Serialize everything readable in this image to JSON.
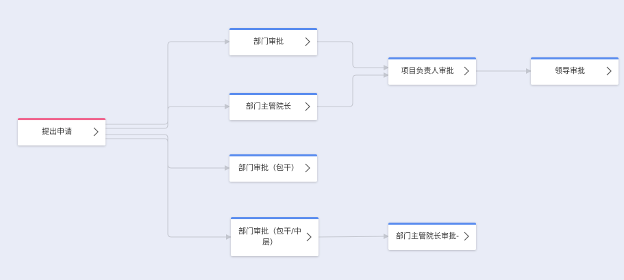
{
  "colors": {
    "start_bar": "#f0648e",
    "node_bar": "#5b8def",
    "connector": "#c3c6cf"
  },
  "nodes": [
    {
      "id": "start",
      "label": "提出申请",
      "name": "node-submit-application",
      "bar": "start"
    },
    {
      "id": "dept1",
      "label": "部门审批",
      "name": "node-dept-approval",
      "bar": "node"
    },
    {
      "id": "deptHead",
      "label": "部门主管院长",
      "name": "node-dept-head",
      "bar": "node"
    },
    {
      "id": "deptPack",
      "label": "部门审批（包干）",
      "name": "node-dept-approval-lump",
      "bar": "node"
    },
    {
      "id": "deptPackMid",
      "label": "部门审批（包干/中层）",
      "name": "node-dept-approval-lump-mid",
      "bar": "node"
    },
    {
      "id": "pm",
      "label": "项目负责人审批",
      "name": "node-project-leader-approval",
      "bar": "node"
    },
    {
      "id": "leader",
      "label": "领导审批",
      "name": "node-leader-approval",
      "bar": "node"
    },
    {
      "id": "headApproval",
      "label": "部门主管院长审批-",
      "name": "node-dept-head-approval",
      "bar": "node"
    }
  ],
  "icons": {
    "chevron": "chevron-right-icon"
  }
}
